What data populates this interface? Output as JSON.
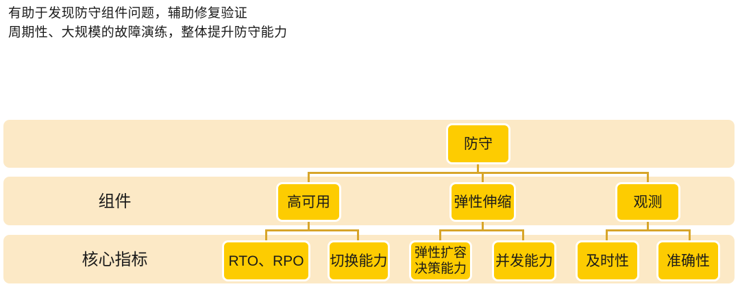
{
  "header": {
    "lines": [
      "有助于发现防守组件问题，辅助修复验证",
      "周期性、大规模的故障演练，整体提升防守能力"
    ]
  },
  "colors": {
    "band_background": "#fce9c6",
    "node_fill": "#fdcc01",
    "node_border": "#ffffff",
    "connector": "#d7a52a",
    "text": "#1a1a1a",
    "page_background": "#ffffff"
  },
  "diagram": {
    "type": "hierarchy-tree",
    "row_labels": {
      "level1": "",
      "level2": "组件",
      "level3": "核心指标"
    },
    "root": {
      "label": "防守"
    },
    "level2": [
      {
        "label": "高可用"
      },
      {
        "label": "弹性伸缩"
      },
      {
        "label": "观测"
      }
    ],
    "level3": {
      "高可用": [
        {
          "label": "RTO、RPO"
        },
        {
          "label": "切换能力"
        }
      ],
      "弹性伸缩": [
        {
          "label": "弹性扩容\n决策能力"
        },
        {
          "label": "并发能力"
        }
      ],
      "观测": [
        {
          "label": "及时性"
        },
        {
          "label": "准确性"
        }
      ]
    }
  }
}
